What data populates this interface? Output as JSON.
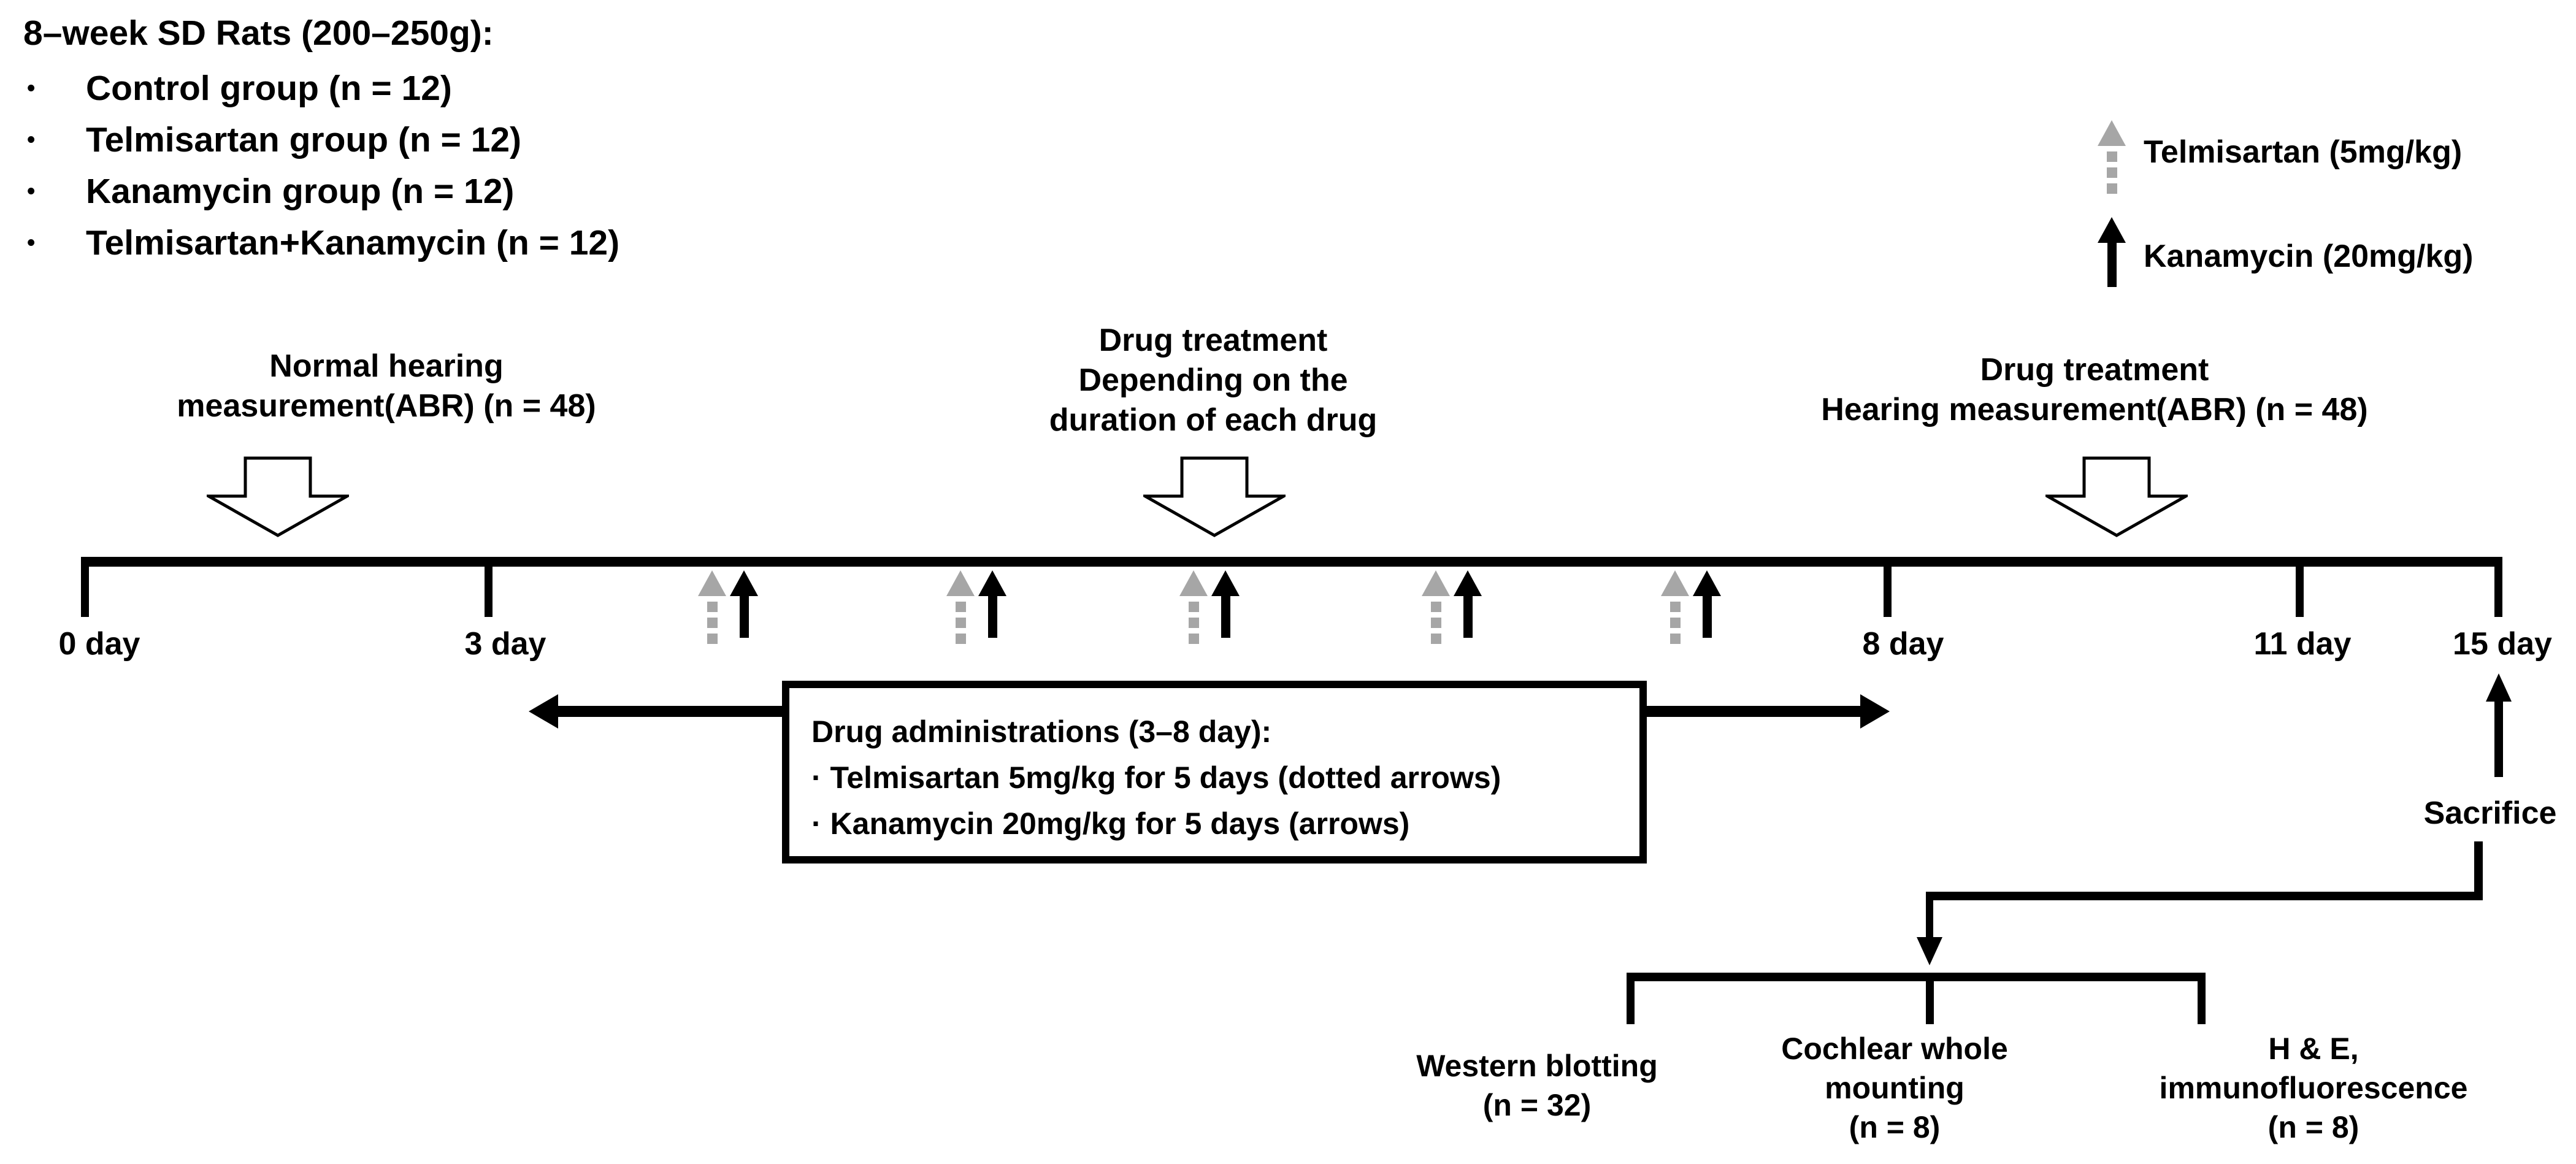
{
  "title_block": {
    "title": "8–week SD Rats (200–250g):",
    "bullet": "•",
    "groups": [
      "Control group (n = 12)",
      "Telmisartan group (n = 12)",
      "Kanamycin group (n = 12)",
      "Telmisartan+Kanamycin (n = 12)"
    ]
  },
  "legend": {
    "telmisartan_label": "Telmisartan (5mg/kg)",
    "kanamycin_label": "Kanamycin (20mg/kg)"
  },
  "timeline": {
    "day_labels": [
      "0 day",
      "3 day",
      "8 day",
      "11 day",
      "15 day"
    ],
    "dose_pair_count": 5
  },
  "annotations": {
    "initial_abr": [
      "Normal hearing",
      "measurement(ABR) (n = 48)"
    ],
    "mid_treatment": [
      "Drug treatment",
      "Depending on the",
      "duration of each drug"
    ],
    "final_abr": [
      "Drug treatment",
      "Hearing measurement(ABR) (n = 48)"
    ]
  },
  "admin_box": {
    "line1": "Drug administrations (3–8 day):",
    "line2": "· Telmisartan 5mg/kg for 5 days (dotted arrows)",
    "line3": "· Kanamycin 20mg/kg for 5 days (arrows)"
  },
  "sacrifice_label": "Sacrifice",
  "outcomes": {
    "western": [
      "Western blotting",
      "(n = 32)"
    ],
    "cochlear": [
      "Cochlear whole",
      "mounting",
      "(n = 8)"
    ],
    "histology": [
      "H & E,",
      "immunofluorescence",
      "(n = 8)"
    ]
  },
  "colors": {
    "dotted_arrow_gray": "#a6a6a6",
    "ink": "#000000",
    "background": "#ffffff"
  }
}
